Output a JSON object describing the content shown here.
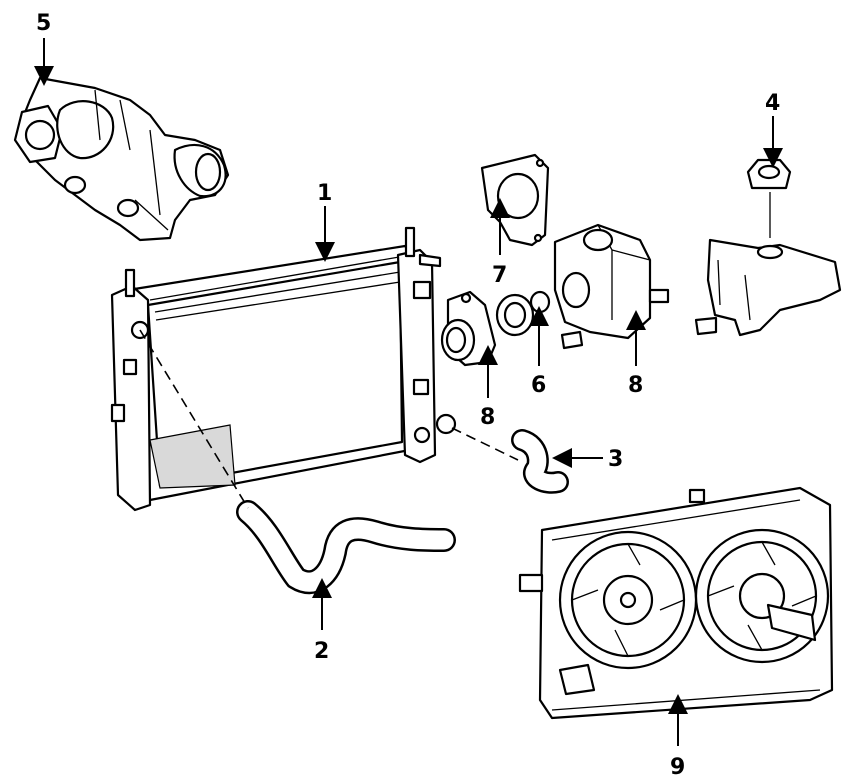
{
  "callouts": {
    "c1": "1",
    "c2": "2",
    "c3": "3",
    "c4": "4",
    "c5": "5",
    "c6": "6",
    "c7": "7",
    "c8a": "8",
    "c8b": "8",
    "c9": "9"
  },
  "colors": {
    "ink": "#000000",
    "paper": "#ffffff"
  }
}
